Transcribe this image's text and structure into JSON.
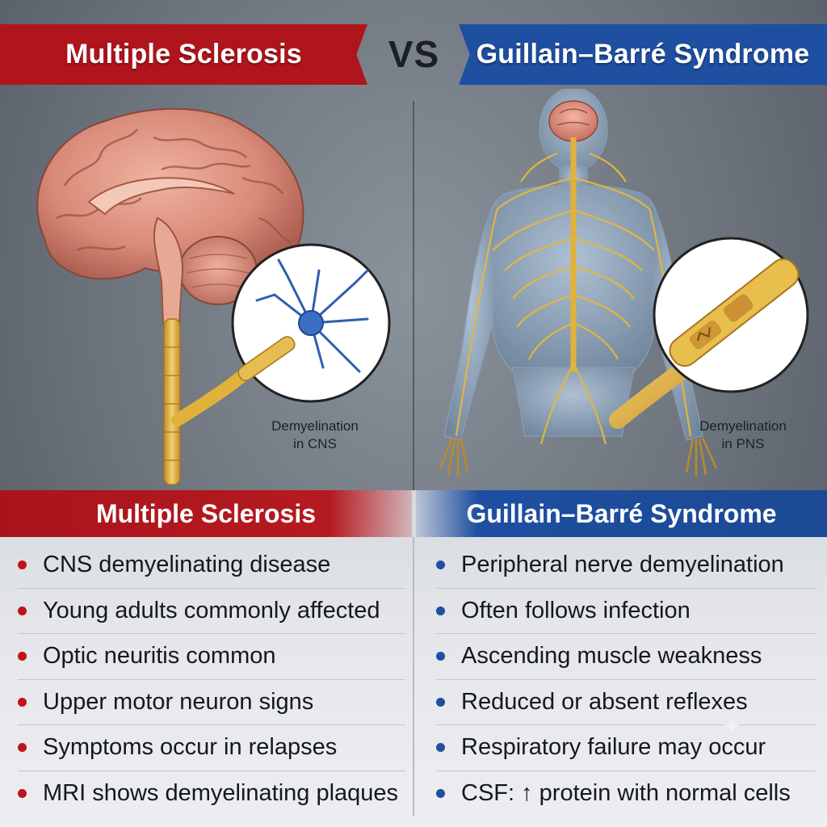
{
  "header": {
    "left_title": "Multiple Sclerosis",
    "vs": "VS",
    "right_title": "Guillain–Barré Syndrome"
  },
  "illustrations": {
    "left_caption_line1": "Demyelination",
    "left_caption_line2": "in CNS",
    "right_caption_line1": "Demyelination",
    "right_caption_line2": "in PNS"
  },
  "panels": {
    "left": {
      "title": "Multiple Sclerosis",
      "items": [
        "CNS demyelinating disease",
        "Young adults commonly affected",
        "Optic neuritis common",
        "Upper motor neuron signs",
        "Symptoms occur in relapses",
        "MRI shows demyelinating plaques"
      ]
    },
    "right": {
      "title": "Guillain–Barré Syndrome",
      "items": [
        "Peripheral nerve demyelination",
        "Often follows infection",
        "Ascending muscle weakness",
        "Reduced or absent reflexes",
        "Respiratory failure may occur",
        "CSF: ↑ protein with normal cells"
      ]
    }
  },
  "colors": {
    "ms_red": "#b0151c",
    "gbs_blue": "#1e4fa0",
    "nerve_gold": "#e0b23a",
    "brain_pink": "#d98a78"
  }
}
